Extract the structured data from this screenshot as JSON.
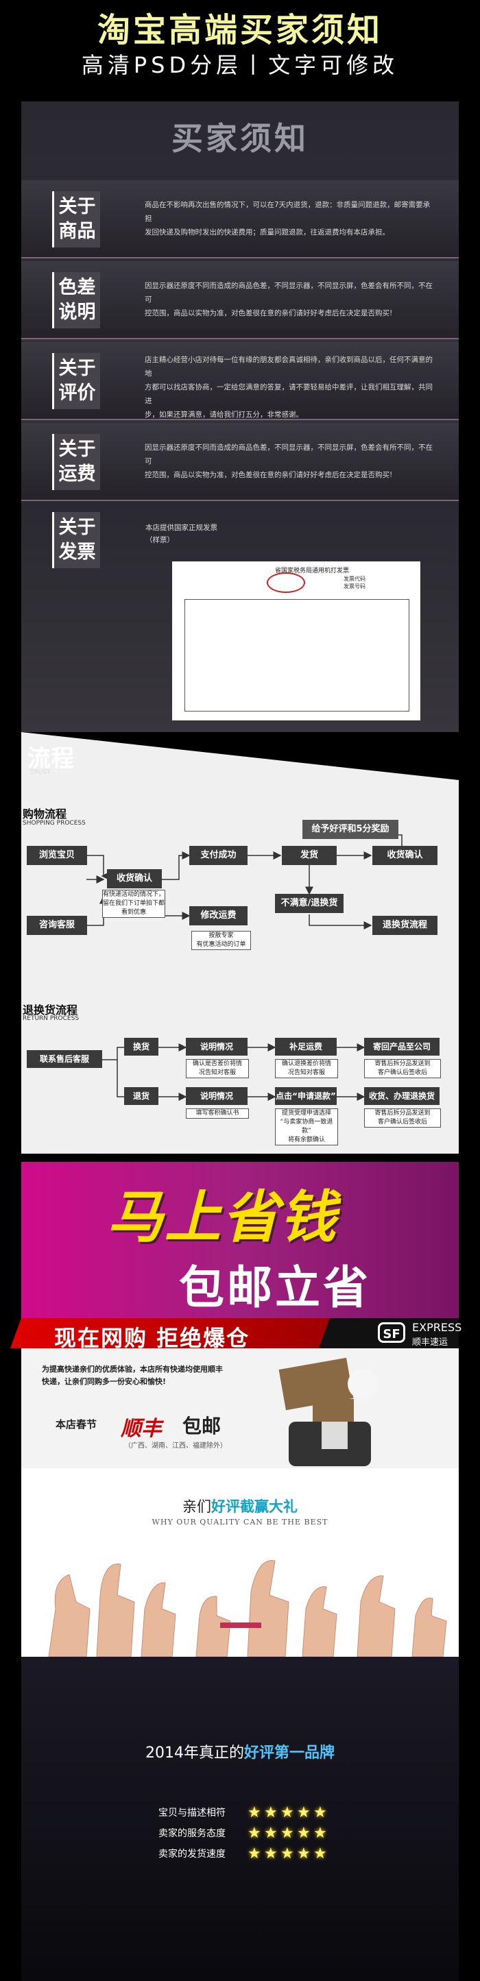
{
  "header": {
    "title": "淘宝高端买家须知",
    "subtitle": "高清PSD分层丨文字可修改"
  },
  "notice": {
    "title": "买家须知",
    "sections": [
      {
        "label": "关于商品",
        "line1": "商品在不影响再次出售的情况下，可以在7天内退货，退款：非质量问题退款，邮寄需要承担",
        "line2": "发回快递及购物时发出的快递费用；质量问题退款，往返退费均有本店承担。"
      },
      {
        "label": "色差说明",
        "line1": "因显示器还原度不同而造成的商品色差，不同显示器，不同显示屏，色差会有所不同，不在可",
        "line2": "控范围，商品以实物为准，对色差很在意的亲们请好好考虑后在决定是否购买!"
      },
      {
        "label": "关于评价",
        "line1": "店主精心经营小店对待每一位有缘的朋友都会真诚相待，亲们收到商品以后，任何不满意的地",
        "line2": "方都可以找店客协商，一定给您满意的答复，请不要轻易给中差评，让我们相互理解，共同进",
        "line3": "步，如果还算满意，请给我们打五分，非常感谢。"
      },
      {
        "label": "关于运费",
        "line1": "因显示器还原度不同而造成的商品色差，不同显示器，不同显示屏，色差会有所不同，不在可",
        "line2": "控范围，商品以实物为准，对色差很在意的亲们请好好考虑后在决定是否购买!"
      }
    ],
    "invoice_section": {
      "label": "关于发票",
      "text1": "本店提供国家正规发票",
      "text2": "（样票）",
      "invoice_head": "省国家税务局通用机打发票",
      "invoice_no1": "发票代码",
      "invoice_no2": "发票号码"
    }
  },
  "flow": {
    "title": "流程",
    "subtitle": "TRUST",
    "shopping": {
      "title": "购物流程",
      "subtitle": "SHOPPING PROCESS",
      "boxes": {
        "browse": "浏览宝贝",
        "confirm": "收货确认",
        "pay": "支付成功",
        "ship": "发货",
        "receive": "收货确认",
        "consult": "咨询客服",
        "modify": "修改运费",
        "unhappy": "不满意/退换货",
        "return": "退换货流程",
        "reward": "给予好评和5分奖励"
      },
      "notes": {
        "n1_l1": "有快递活动的情况下，",
        "n1_l2": "留在我们下订单拍下都",
        "n1_l3": "看到优惠",
        "n2_l1": "按散专家",
        "n2_l2": "有优惠活动的订单"
      }
    },
    "returns": {
      "title": "退换货流程",
      "subtitle": "RETURN PROCESS",
      "boxes": {
        "contact": "联系售后客服",
        "exchange": "换货",
        "explain": "说明情况",
        "repay": "补足运费",
        "send_back": "寄回产品至公司",
        "refund": "退货",
        "explain2": "说明情况",
        "apply": "点击“申请退款”",
        "receive_refund": "收货、办理退换货"
      },
      "notes": {
        "a1": "确认是否差价将情",
        "a2": "况告知对客服",
        "b1": "确认退换差价将情",
        "b2": "况告知对客服",
        "c1": "寄售后拆分品发送到",
        "c2": "客户确认后签收后",
        "d1": "填写客积确认书",
        "e1": "提货受理申请选择",
        "e2": "“与卖家协商一致退款”",
        "e3": "将有余额确认",
        "f1": "寄售后拆分品发送到",
        "f2": "客户确认后签收后"
      }
    }
  },
  "promo": {
    "line1": "马上省钱",
    "line2": "包邮立省",
    "band_text": "现在网购  拒绝爆仓",
    "sf_logo": "SF",
    "sf_express": "EXPRESS",
    "sf_cn": "顺丰速运"
  },
  "courier": {
    "desc": "为提高快递亲们的优质体验，本店所有快递均使用顺丰快递，让亲们同购多一份安心和愉快!",
    "shop_label": "本店春节",
    "sf_brand": "顺丰",
    "free_ship": "包邮",
    "exclude": "（广西、湖南、江西、福建除外）"
  },
  "thumbs": {
    "heading_pre": "亲们",
    "heading_hl": "好评截赢大礼",
    "subheading": "WHY OUR QUALITY CAN BE THE BEST"
  },
  "rating": {
    "title_pre": "2014年真正的",
    "title_hl": "好评第一品牌",
    "rows": [
      {
        "label": "宝贝与描述相符",
        "stars": 5
      },
      {
        "label": "卖家的服务态度",
        "stars": 5
      },
      {
        "label": "卖家的发货速度",
        "stars": 5
      }
    ]
  },
  "colors": {
    "title_yellow": "#f4f5a0",
    "promo_magenta": "#d00a8a",
    "sf_red": "#d00000",
    "highlight_blue": "#14a3c8",
    "star_yellow": "#fff37a"
  }
}
